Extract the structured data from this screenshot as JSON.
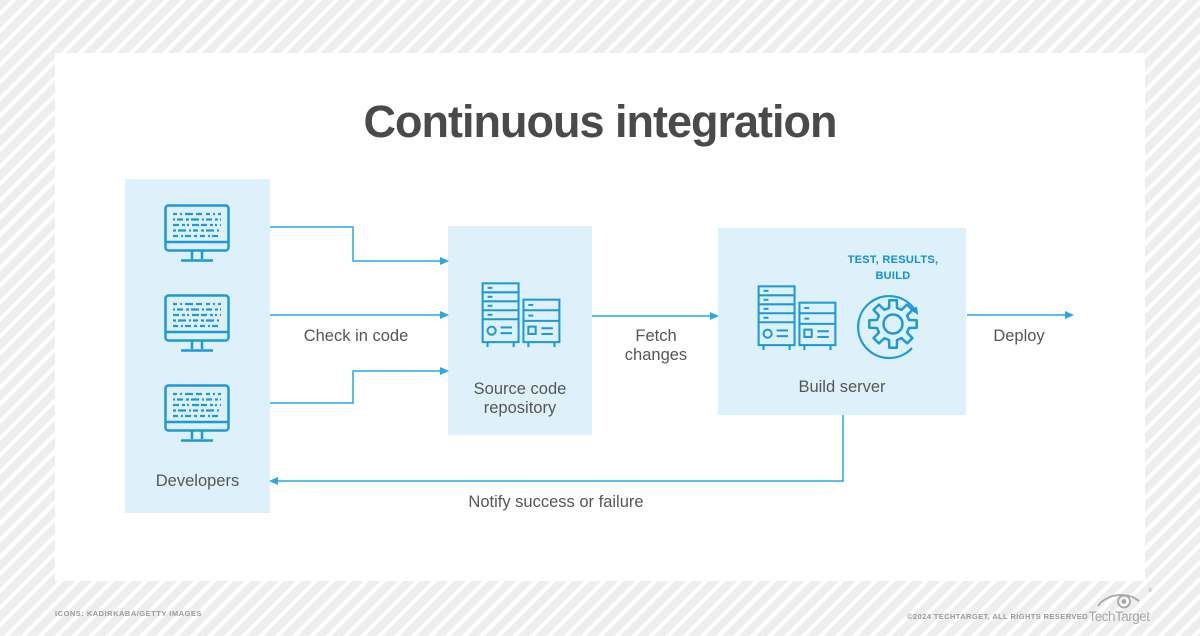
{
  "title": "Continuous integration",
  "nodes": {
    "developers": {
      "label": "Developers"
    },
    "repository": {
      "label": [
        "Source code",
        "repository"
      ]
    },
    "build_server": {
      "label": "Build server",
      "badge": [
        "TEST, RESULTS,",
        "BUILD"
      ]
    }
  },
  "edges": {
    "check_in": "Check in code",
    "fetch": [
      "Fetch",
      "changes"
    ],
    "deploy": "Deploy",
    "notify": "Notify success or failure"
  },
  "footer": {
    "credit": "ICONS: KADIRKABA/GETTY IMAGES",
    "copyright": "©2024 TECHTARGET, ALL RIGHTS RESERVED",
    "brand": "TechTarget",
    "brand_mark": "®"
  },
  "colors": {
    "line_blue": "#29a9e1",
    "icon_blue": "#1b9ad6",
    "badge_blue": "#0e93d2",
    "box_fill": "#def0fa",
    "title_gray": "#4a4a4c",
    "label_gray": "#55565a",
    "footer_gray": "#9b9b9b",
    "background": "#efeeee"
  }
}
